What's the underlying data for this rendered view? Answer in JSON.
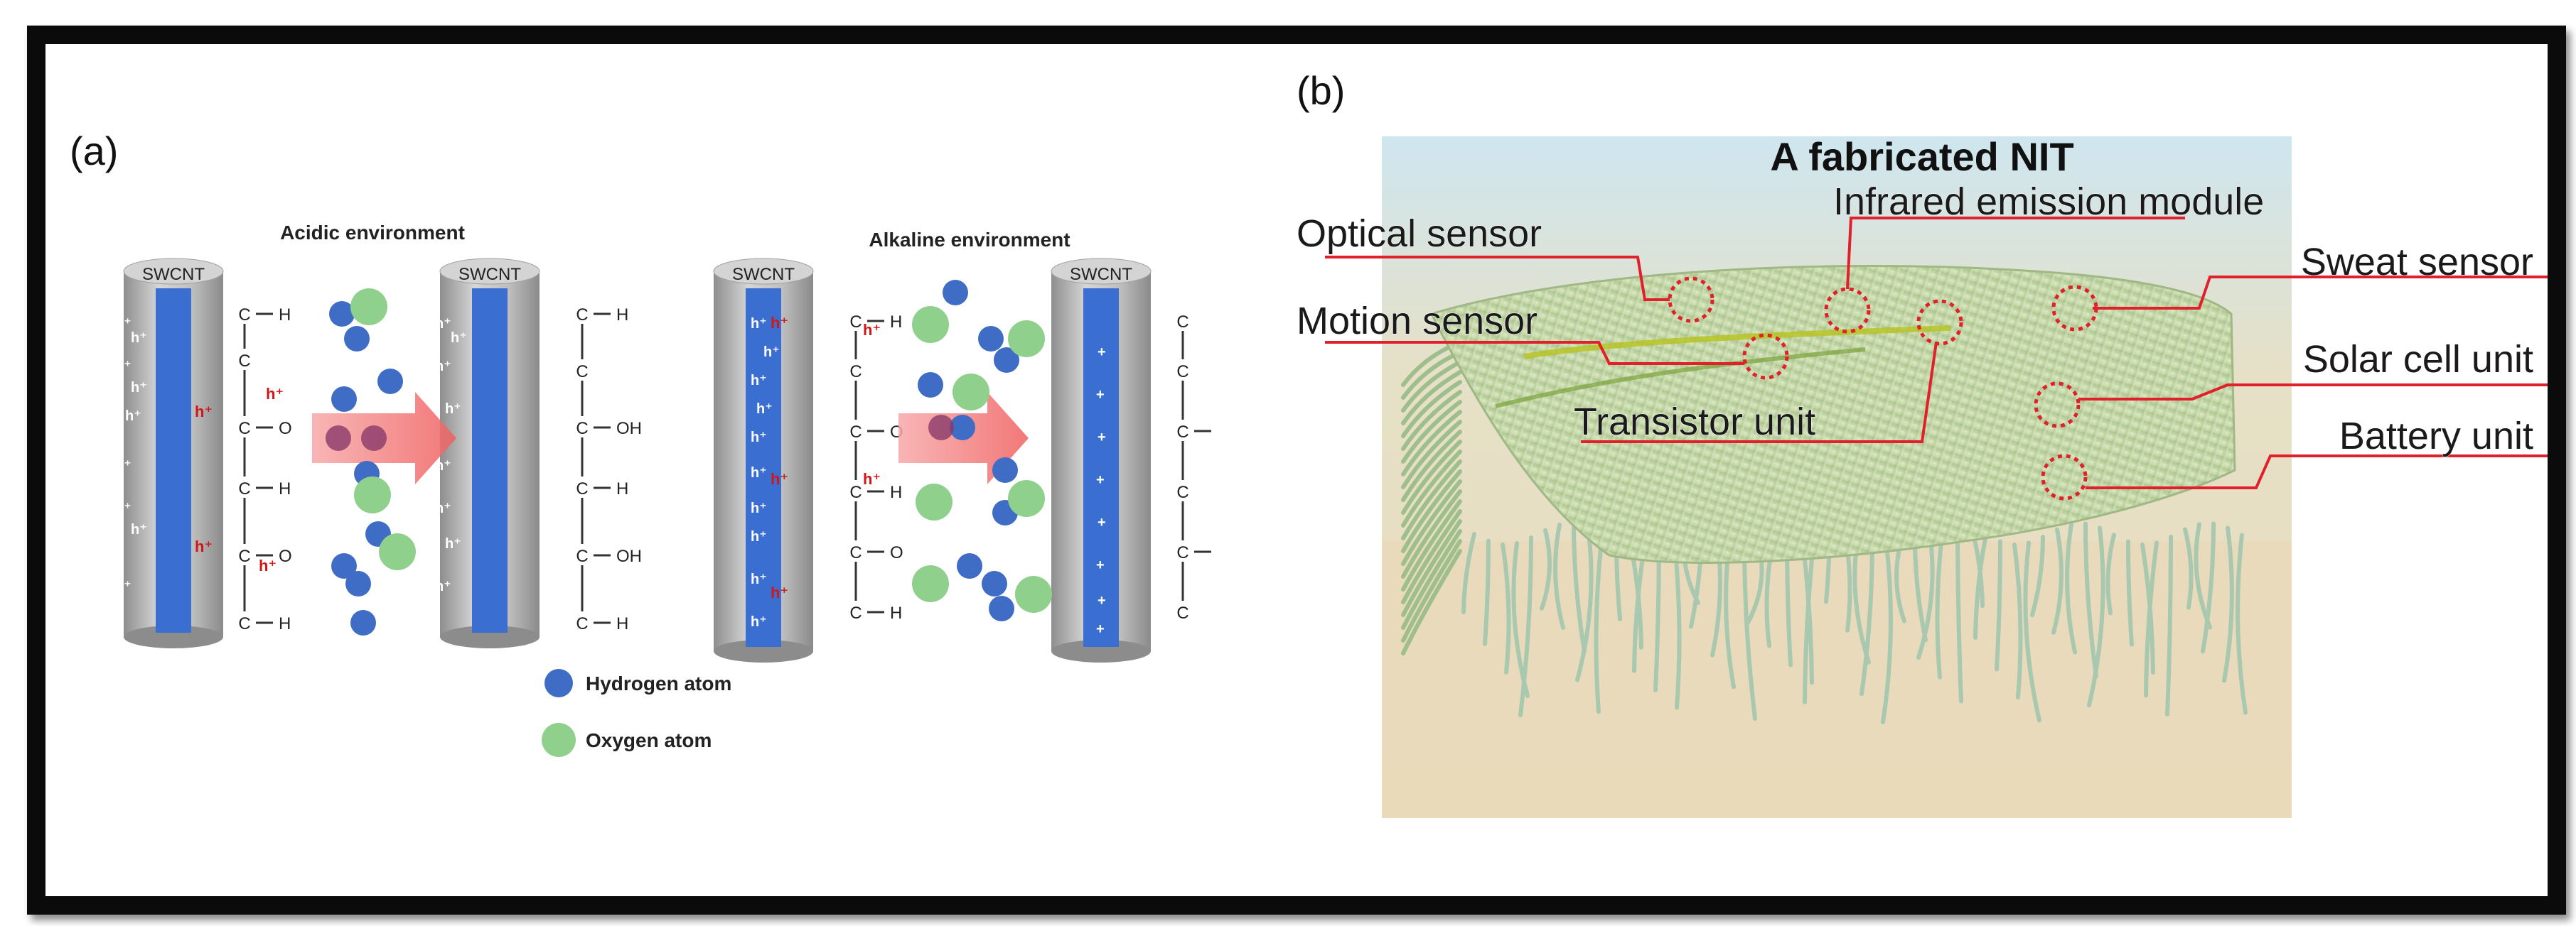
{
  "panel_a": {
    "label": "(a)",
    "acidic_title": "Acidic environment",
    "alkaline_title": "Alkaline environment",
    "tube_label": "SWCNT",
    "hole": "h⁺",
    "plus": "+",
    "atoms": {
      "carbon": "C",
      "hydrogen": "H",
      "oxygen": "O",
      "hydroxyl": "OH"
    },
    "legend": {
      "hydrogen": "Hydrogen atom",
      "oxygen": "Oxygen atom"
    },
    "colors": {
      "hydrogen": "#3f6cc4",
      "oxygen": "#8fd18c",
      "tube_core": "#3a6fd1",
      "tube_shell": "#b8b8b8",
      "arrow": "#f26b6b",
      "hole_text": "#d01616"
    }
  },
  "panel_b": {
    "label": "(b)",
    "title": "A fabricated NIT",
    "callouts": {
      "optical": "Optical sensor",
      "infrared": "Infrared emission module",
      "sweat": "Sweat sensor",
      "motion": "Motion sensor",
      "solar": "Solar cell unit",
      "transistor": "Transistor unit",
      "battery": "Battery unit"
    },
    "colors": {
      "leader": "#e0202a",
      "fabric": "#c8dcb0"
    }
  }
}
